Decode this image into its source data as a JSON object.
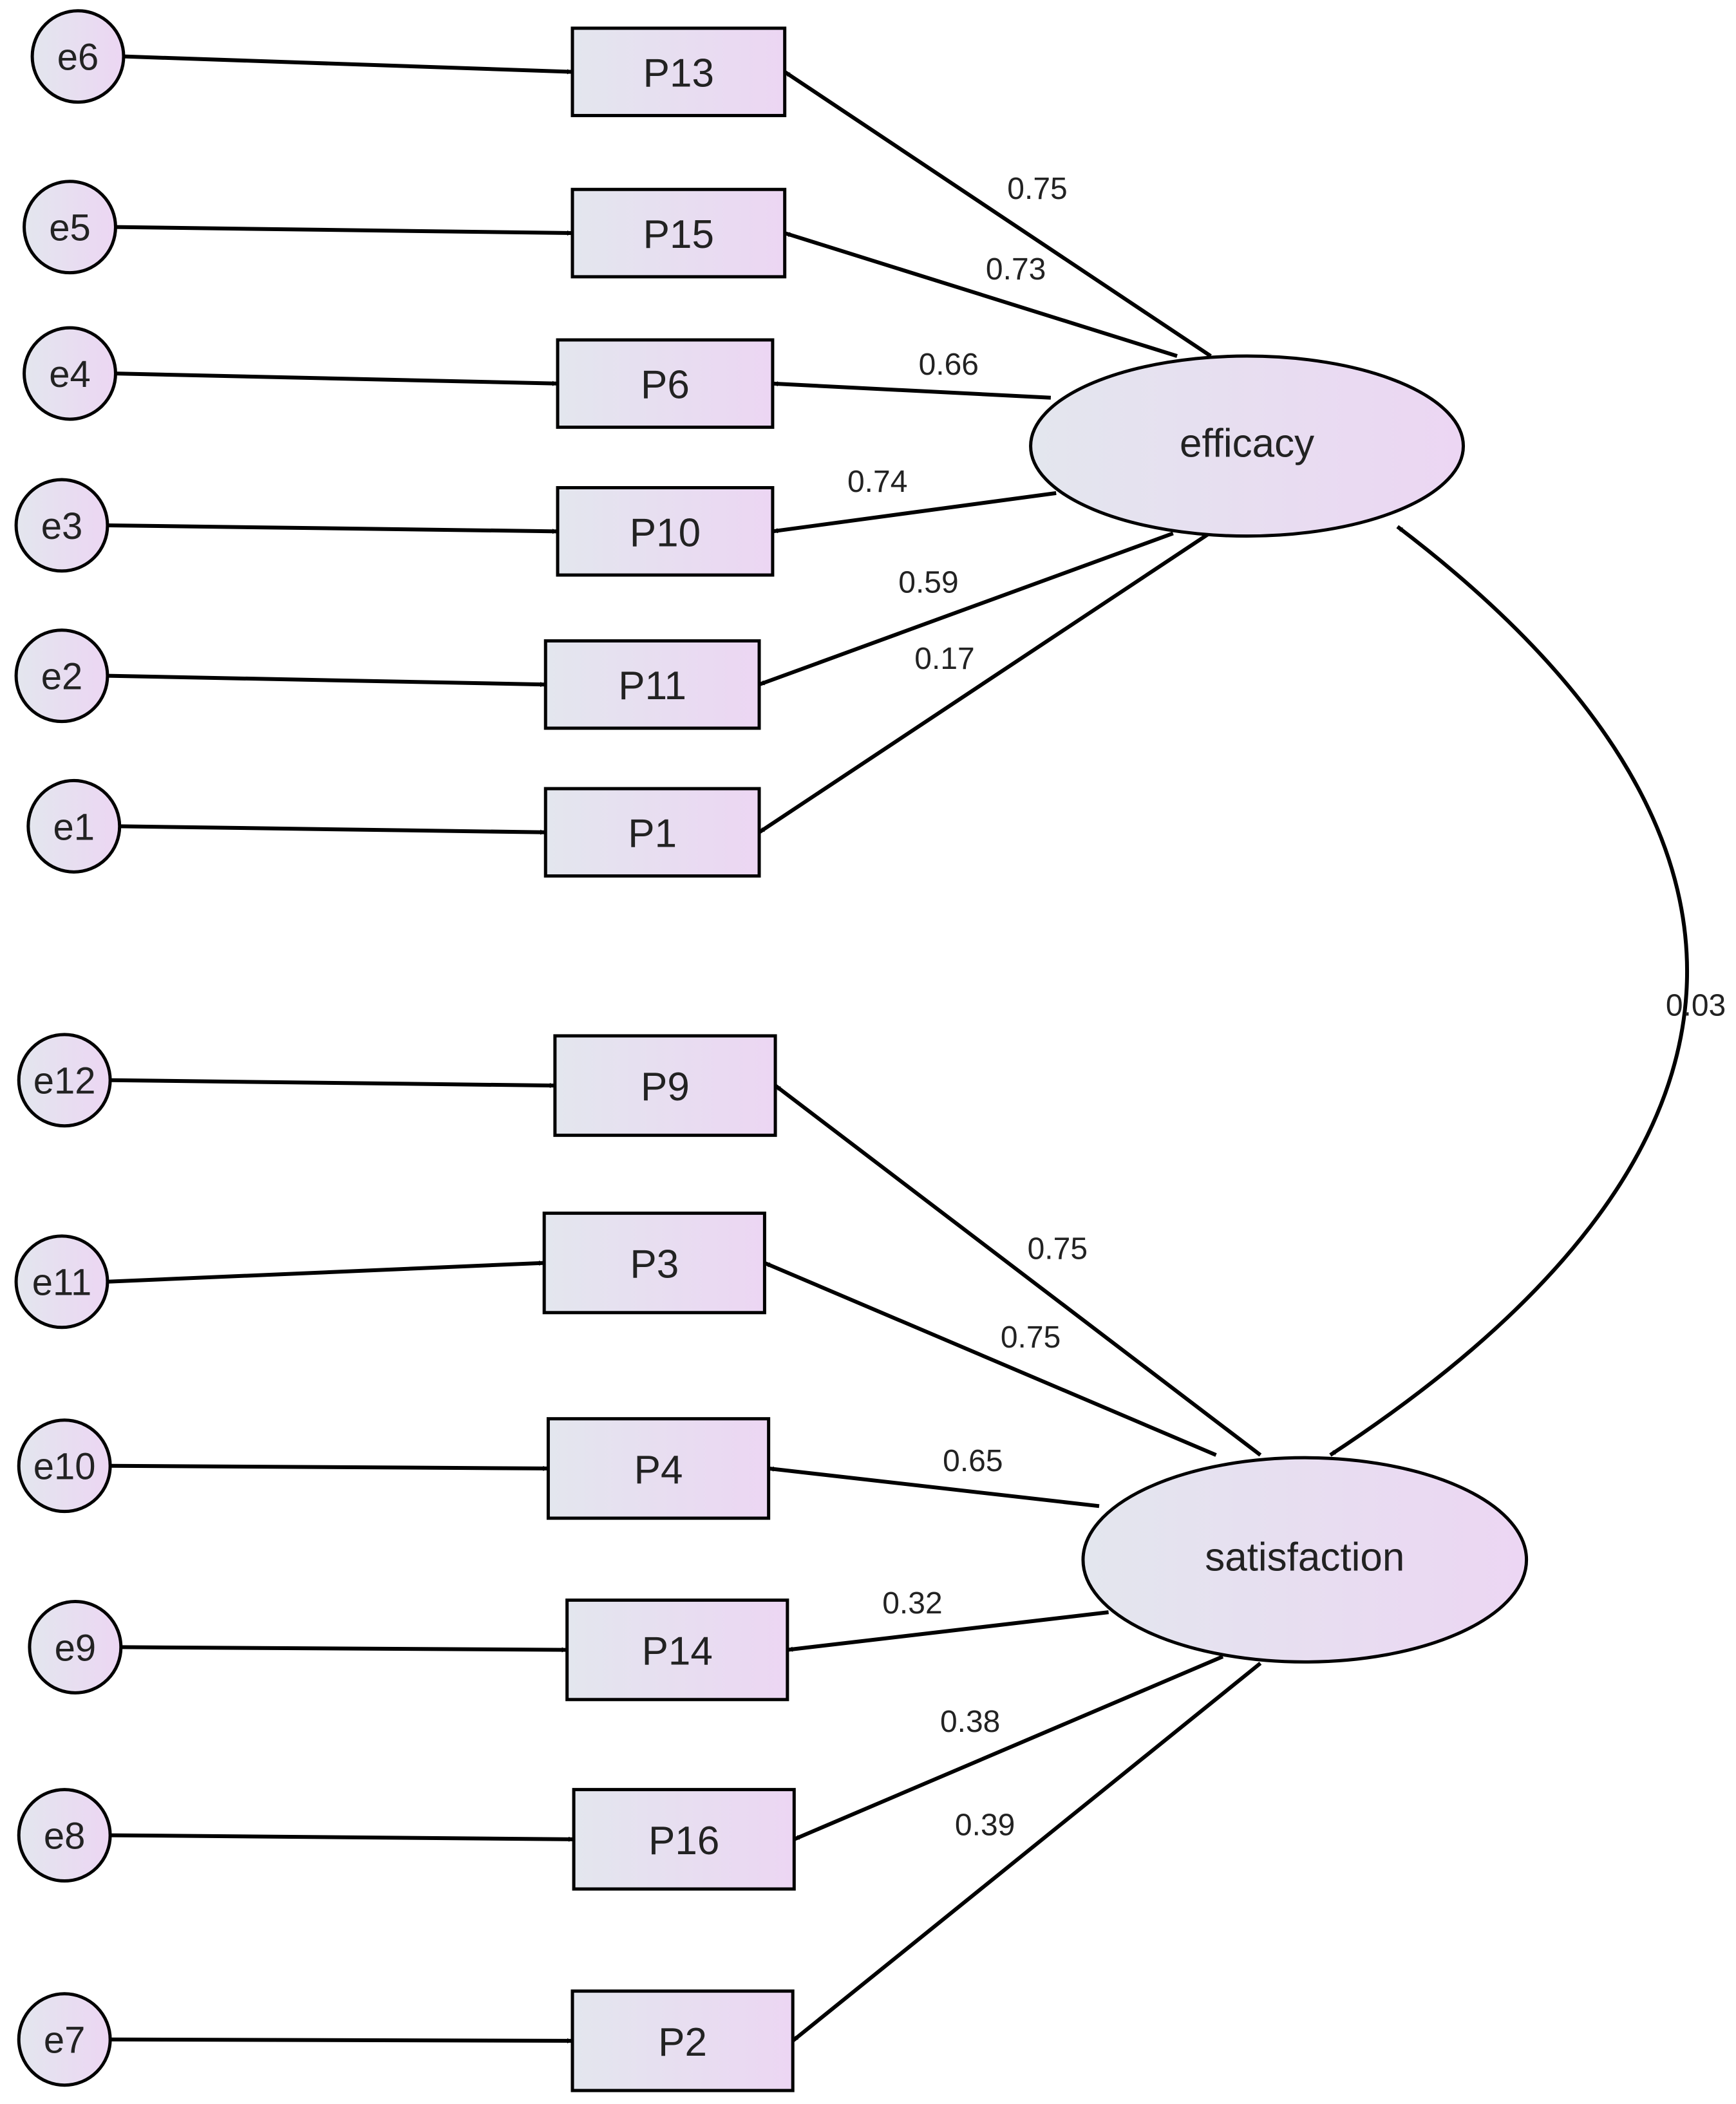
{
  "colors": {
    "box_fill_left": "#e3e6ee",
    "box_fill_right": "#ecd6f3",
    "stroke": "#000000"
  },
  "latents": {
    "efficacy": "efficacy",
    "satisfaction": "satisfaction"
  },
  "correlation": {
    "label": "0.03"
  },
  "indicators": [
    {
      "id": "P13",
      "error": "e6",
      "latent": "efficacy",
      "loading": "0.75"
    },
    {
      "id": "P15",
      "error": "e5",
      "latent": "efficacy",
      "loading": "0.73"
    },
    {
      "id": "P6",
      "error": "e4",
      "latent": "efficacy",
      "loading": "0.66"
    },
    {
      "id": "P10",
      "error": "e3",
      "latent": "efficacy",
      "loading": "0.74"
    },
    {
      "id": "P11",
      "error": "e2",
      "latent": "efficacy",
      "loading": "0.59"
    },
    {
      "id": "P1",
      "error": "e1",
      "latent": "efficacy",
      "loading": "0.17"
    },
    {
      "id": "P9",
      "error": "e12",
      "latent": "satisfaction",
      "loading": "0.75"
    },
    {
      "id": "P3",
      "error": "e11",
      "latent": "satisfaction",
      "loading": "0.75"
    },
    {
      "id": "P4",
      "error": "e10",
      "latent": "satisfaction",
      "loading": "0.65"
    },
    {
      "id": "P14",
      "error": "e9",
      "latent": "satisfaction",
      "loading": "0.32"
    },
    {
      "id": "P16",
      "error": "e8",
      "latent": "satisfaction",
      "loading": "0.38"
    },
    {
      "id": "P2",
      "error": "e7",
      "latent": "satisfaction",
      "loading": "0.39"
    }
  ]
}
